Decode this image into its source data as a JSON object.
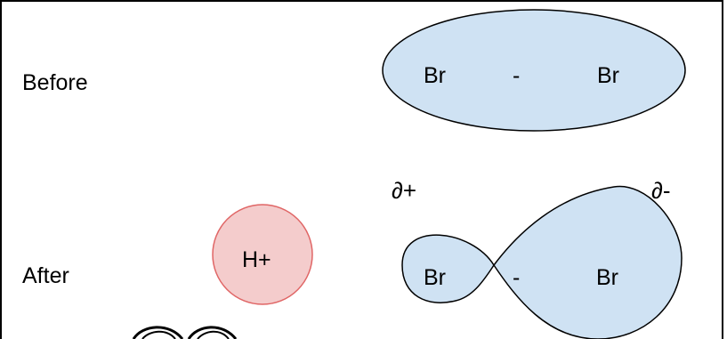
{
  "labels": {
    "before": "Before",
    "after": "After"
  },
  "before_molecule": {
    "left_atom": "Br",
    "bond": "-",
    "right_atom": "Br"
  },
  "after_molecule": {
    "left_atom": "Br",
    "bond": "-",
    "right_atom": "Br",
    "partial_positive": "∂+",
    "partial_negative": "∂-"
  },
  "ion": {
    "label": "H+"
  },
  "colors": {
    "molecule_fill": "#cfe2f3",
    "ion_fill": "#f4cccc",
    "ion_stroke": "#e06666",
    "outline": "#000000"
  }
}
